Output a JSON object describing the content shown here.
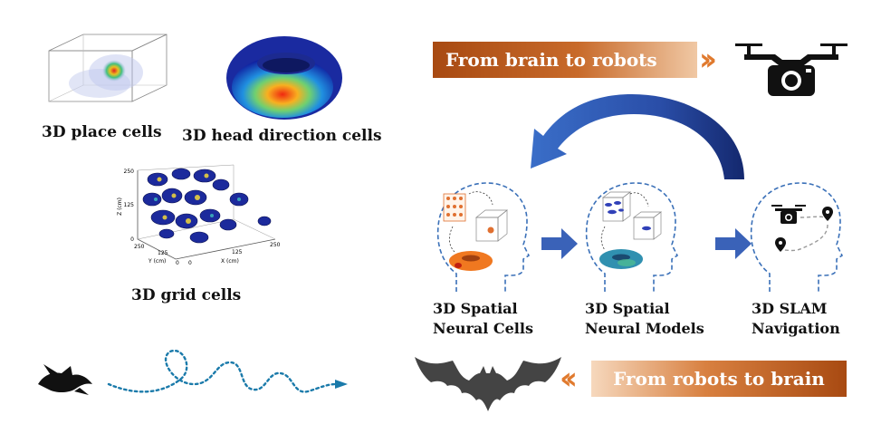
{
  "labels": {
    "place_cells": "3D place cells",
    "head_direction_cells": "3D head direction cells",
    "grid_cells": "3D grid cells"
  },
  "banners": {
    "brain_to_robots": "From brain to robots",
    "robots_to_brain": "From robots to brain"
  },
  "stages": [
    {
      "line1": "3D Spatial",
      "line2": "Neural Cells"
    },
    {
      "line1": "3D Spatial",
      "line2": "Neural Models"
    },
    {
      "line1": "3D SLAM",
      "line2": "Navigation"
    }
  ],
  "grid_plot": {
    "z_label": "Z (cm)",
    "y_label": "Y (cm)",
    "x_label": "X (cm)",
    "z_ticks": [
      "250",
      "125",
      "0"
    ],
    "y_ticks": [
      "250",
      "125",
      "0"
    ],
    "x_ticks": [
      "0",
      "125",
      "250"
    ]
  },
  "colors": {
    "banner_orange": "#b85a1c",
    "arrow_blue": "#3a62b8",
    "chevron_orange": "#e07a2e",
    "path_blue": "#1a7aaa"
  }
}
